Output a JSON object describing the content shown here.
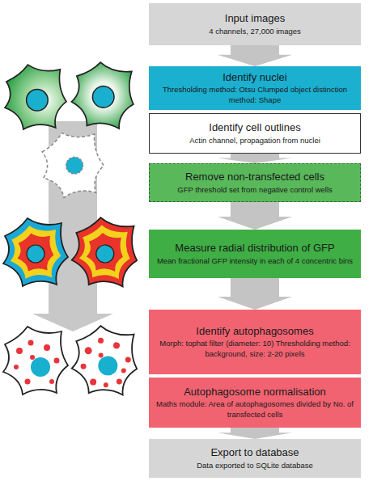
{
  "diagram": {
    "nodes": [
      {
        "text": [
          "Input images",
          "4 channels, 27,000 images"
        ]
      },
      {
        "text": [
          "Identify nuclei",
          "Thresholding method: Otsu Clumped object distinction method: Shape"
        ]
      },
      {
        "text": [
          "Identify cell outlines",
          "Actin channel, propagation from nuclei"
        ]
      },
      {
        "text": [
          "Remove non-transfected cells",
          "GFP threshold set from negative control wells"
        ]
      },
      {
        "text": [
          "Measure radial distribution of GFP",
          "Mean fractional GFP intensity in each of 4 concentric bins"
        ]
      },
      {
        "text": [
          "Identify autophagosomes",
          "Morph: tophat filter (diameter: 10) Thresholding method: background, size: 2-20 pixels"
        ]
      },
      {
        "text": [
          "Autophagosome normalisation",
          "Maths module: Area of autophagosomes divided by No. of transfected cells"
        ]
      },
      {
        "text": [
          "Export to database",
          "Data exported to SQLite database"
        ]
      }
    ],
    "edges": [
      {
        "from": 0,
        "to": 1,
        "arrow": "to"
      },
      {
        "from": 2,
        "to": 3,
        "arrow": "to"
      },
      {
        "from": 3,
        "to": 4,
        "arrow": "to"
      },
      {
        "from": 4,
        "to": 5,
        "arrow": "to"
      },
      {
        "from": 6,
        "to": 7,
        "arrow": "to"
      }
    ]
  }
}
